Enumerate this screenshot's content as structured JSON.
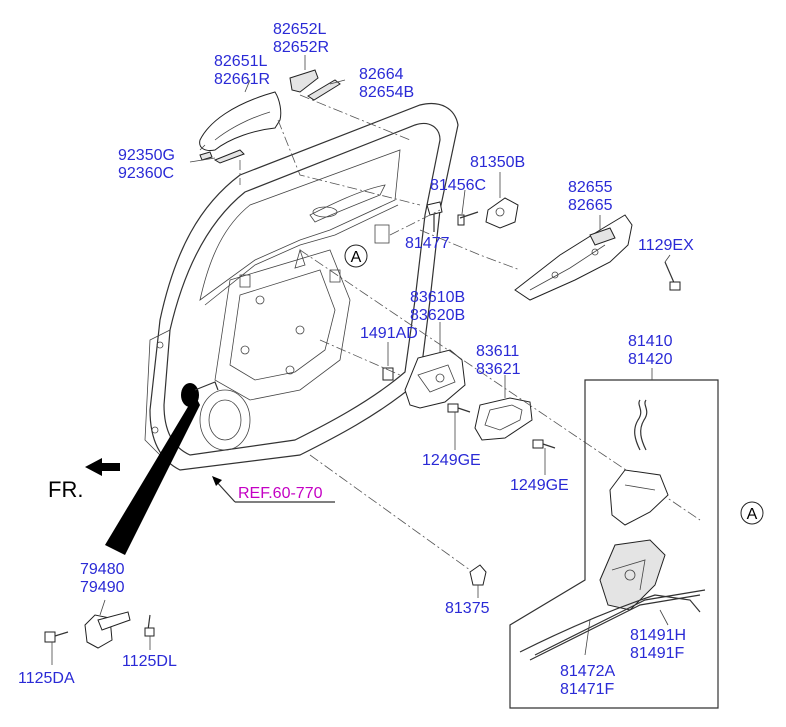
{
  "labels": {
    "l82652L": "82652L",
    "l82652R": "82652R",
    "l82651L": "82651L",
    "l82661R": "82661R",
    "l82664": "82664",
    "l82654B": "82654B",
    "l92350G": "92350G",
    "l92360C": "92360C",
    "l81350B": "81350B",
    "l81456C": "81456C",
    "l81477": "81477",
    "l82655": "82655",
    "l82665": "82665",
    "l1129EX": "1129EX",
    "l83610B": "83610B",
    "l83620B": "83620B",
    "l1491AD": "1491AD",
    "l83611": "83611",
    "l83621": "83621",
    "l1249GE_a": "1249GE",
    "l1249GE_b": "1249GE",
    "l81410": "81410",
    "l81420": "81420",
    "l79480": "79480",
    "l79490": "79490",
    "l1125DA": "1125DA",
    "l1125DL": "1125DL",
    "l81375": "81375",
    "l81491H": "81491H",
    "l81491F": "81491F",
    "l81472A": "81472A",
    "l81471F": "81471F"
  },
  "ref_label": "REF.60-770",
  "fr_label": "FR.",
  "callout_a1": "A",
  "callout_a2": "A",
  "colors": {
    "label": "#2a2ad6",
    "ref": "#c400c4",
    "line": "#333333"
  }
}
